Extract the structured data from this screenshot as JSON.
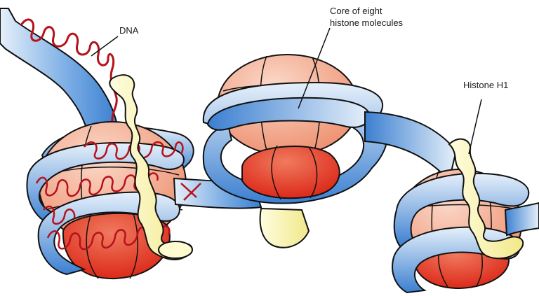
{
  "labels": {
    "dna": "DNA",
    "core_line1": "Core of eight",
    "core_line2": "histone molecules",
    "histone_h1": "Histone H1"
  },
  "colors": {
    "dna_strand": "#b5121b",
    "dna_sheath_light": "#e6f0fa",
    "dna_sheath_dark": "#3b7fd0",
    "core_red": "#e0321e",
    "core_salmon": "#f4a58a",
    "histone_h1": "#f8f2a8",
    "outline": "#111111"
  }
}
